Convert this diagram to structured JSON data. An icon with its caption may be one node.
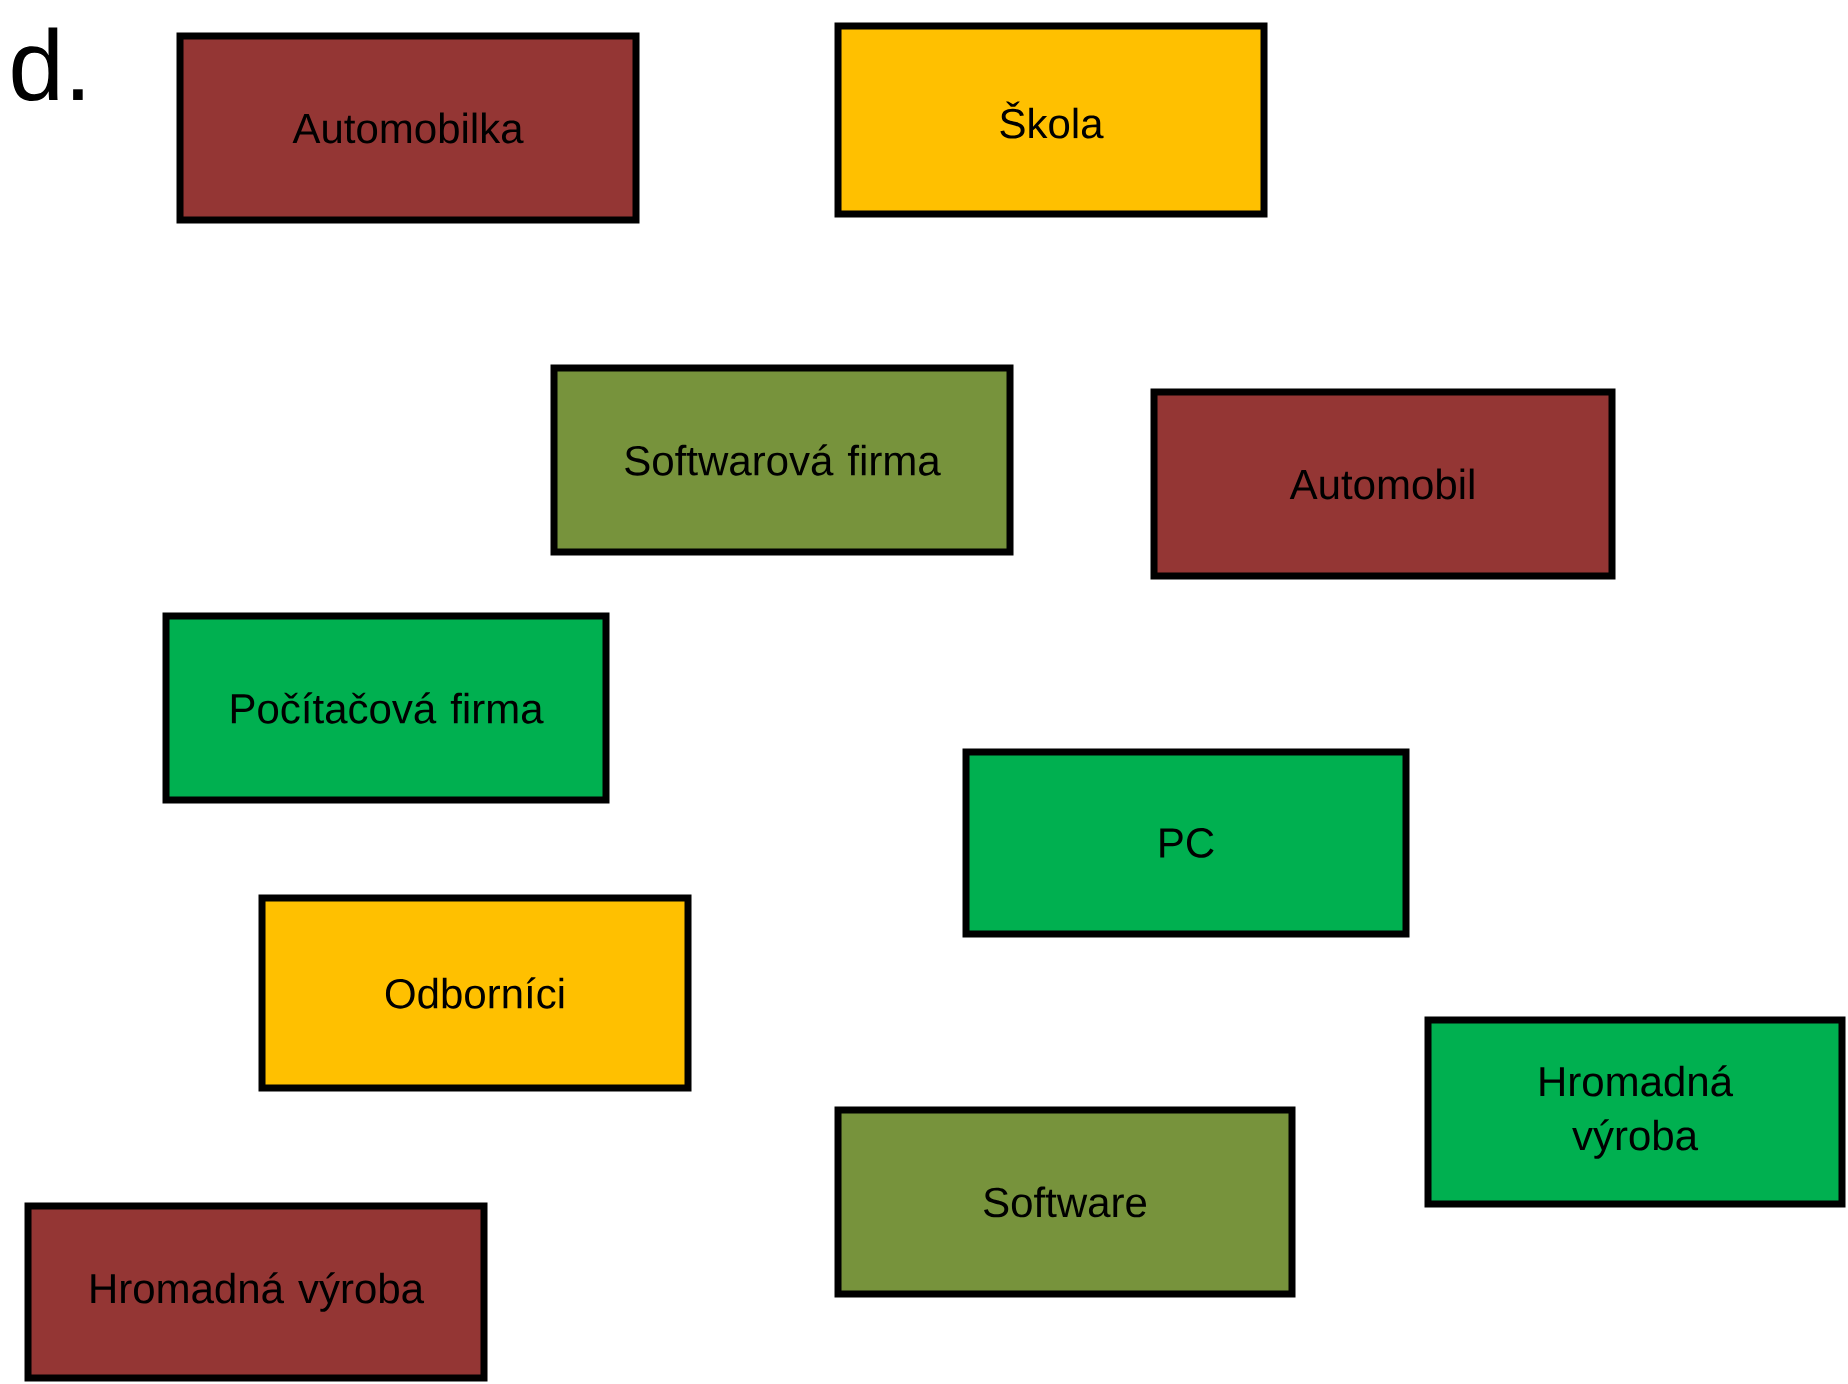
{
  "diagram": {
    "nodes": [
      {
        "text": [
          "Automobilka"
        ]
      },
      {
        "text": [
          "Škola"
        ]
      },
      {
        "text": [
          "Softwarová firma"
        ]
      },
      {
        "text": [
          "Automobil"
        ]
      },
      {
        "text": [
          "Počítačová firma"
        ]
      },
      {
        "text": [
          "PC"
        ]
      },
      {
        "text": [
          "Odborníci"
        ]
      },
      {
        "text": [
          "Hromadná výroba"
        ]
      },
      {
        "text": [
          "Software"
        ]
      },
      {
        "text": [
          "Hromadná výroba"
        ]
      }
    ],
    "labels": [
      "d."
    ]
  }
}
